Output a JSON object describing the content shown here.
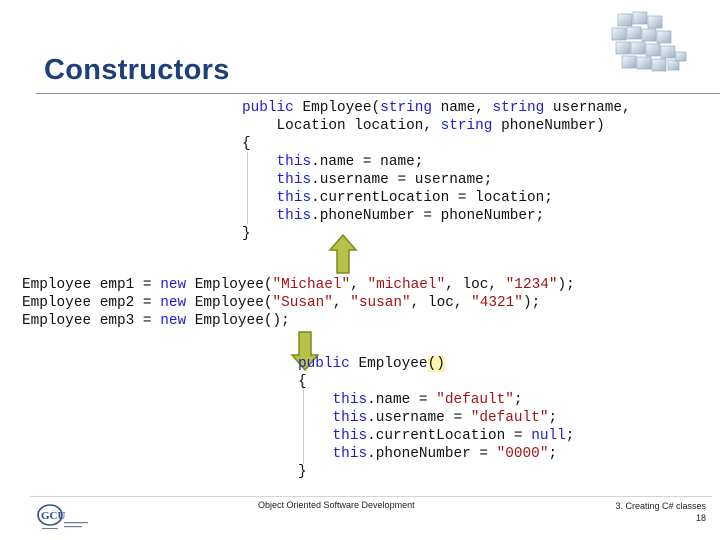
{
  "slide": {
    "title": "Constructors",
    "footer_course": "Object Oriented Software Development",
    "footer_section": "3. Creating C# classes",
    "page_number": "18",
    "logo_text": "GCU",
    "accent_color": "#1f3f7a",
    "arrow_color": "#b7c24a"
  },
  "code_block_1": {
    "line1": {
      "kw1": "public",
      "mid": " Employee(",
      "kw2": "string",
      "a": " name, ",
      "kw3": "string",
      "b": " username,"
    },
    "line2": {
      "a": "    Location location, ",
      "kw": "string",
      "b": " phoneNumber)"
    },
    "line3": "{",
    "line4": {
      "kw": "this",
      "rest": ".name = name;"
    },
    "line5": {
      "kw": "this",
      "rest": ".username = username;"
    },
    "line6": {
      "kw": "this",
      "rest": ".currentLocation = location;"
    },
    "line7": {
      "kw": "this",
      "rest": ".phoneNumber = phoneNumber;"
    },
    "line8": "}"
  },
  "code_block_2": {
    "rows": [
      {
        "decl": "Employee emp1 = ",
        "kw": "new",
        "call": " Employee(",
        "s1": "\"Michael\"",
        "c1": ", ",
        "s2": "\"michael\"",
        "c2": ", loc, ",
        "s3": "\"1234\"",
        "end": ");"
      },
      {
        "decl": "Employee emp2 = ",
        "kw": "new",
        "call": " Employee(",
        "s1": "\"Susan\"",
        "c1": ", ",
        "s2": "\"susan\"",
        "c2": ", loc, ",
        "s3": "\"4321\"",
        "end": ");"
      },
      {
        "decl": "Employee emp3 = ",
        "kw": "new",
        "call": " Employee();",
        "s1": "",
        "c1": "",
        "s2": "",
        "c2": "",
        "s3": "",
        "end": ""
      }
    ]
  },
  "code_block_3": {
    "line1": {
      "kw": "public",
      "name": " Employee",
      "parens": "()"
    },
    "line2": "{",
    "line3": {
      "kw": "this",
      "rest": ".name = ",
      "val": "\"default\"",
      "end": ";"
    },
    "line4": {
      "kw": "this",
      "rest": ".username = ",
      "val": "\"default\"",
      "end": ";"
    },
    "line5": {
      "kw": "this",
      "rest": ".currentLocation = ",
      "kwval": "null",
      "end": ";"
    },
    "line6": {
      "kw": "this",
      "rest": ".phoneNumber = ",
      "val": "\"0000\"",
      "end": ";"
    },
    "line7": "}"
  }
}
